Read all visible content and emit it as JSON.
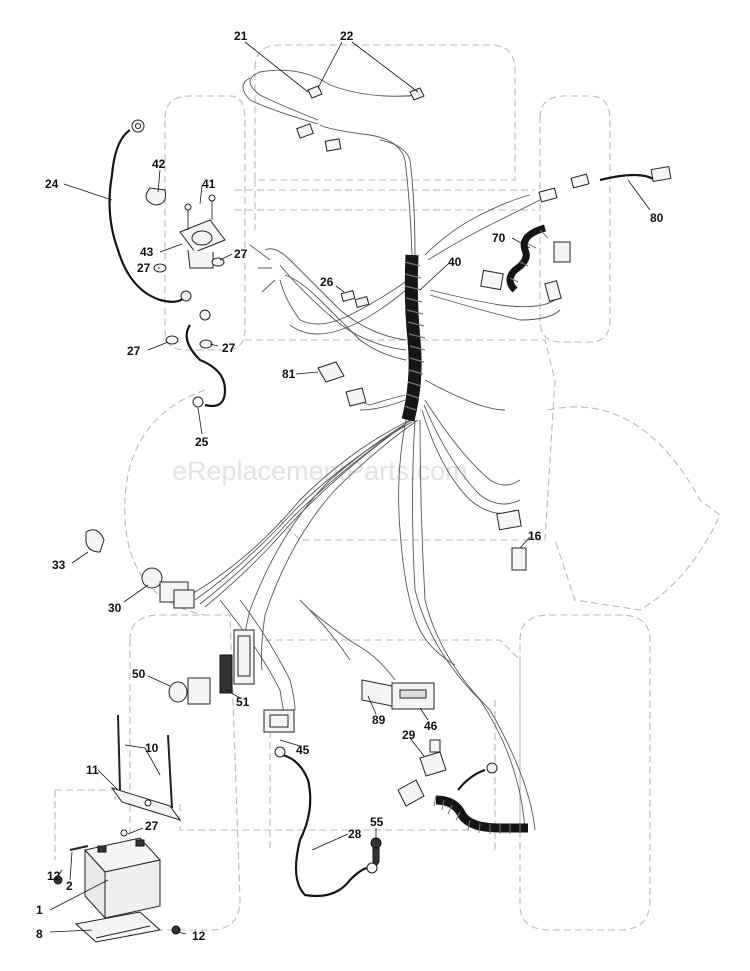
{
  "watermark": "eReplacementParts.com",
  "callouts": [
    {
      "id": "c21",
      "text": "21"
    },
    {
      "id": "c22",
      "text": "22"
    },
    {
      "id": "c24",
      "text": "24"
    },
    {
      "id": "c42",
      "text": "42"
    },
    {
      "id": "c41",
      "text": "41"
    },
    {
      "id": "c43",
      "text": "43"
    },
    {
      "id": "c27a",
      "text": "27"
    },
    {
      "id": "c27b",
      "text": "27"
    },
    {
      "id": "c27c",
      "text": "27"
    },
    {
      "id": "c27d",
      "text": "27"
    },
    {
      "id": "c25",
      "text": "25"
    },
    {
      "id": "c80",
      "text": "80"
    },
    {
      "id": "c70",
      "text": "70"
    },
    {
      "id": "c40",
      "text": "40"
    },
    {
      "id": "c26",
      "text": "26"
    },
    {
      "id": "c81",
      "text": "81"
    },
    {
      "id": "c16",
      "text": "16"
    },
    {
      "id": "c33",
      "text": "33"
    },
    {
      "id": "c30",
      "text": "30"
    },
    {
      "id": "c50",
      "text": "50"
    },
    {
      "id": "c51",
      "text": "51"
    },
    {
      "id": "c10",
      "text": "10"
    },
    {
      "id": "c11",
      "text": "11"
    },
    {
      "id": "c89",
      "text": "89"
    },
    {
      "id": "c46",
      "text": "46"
    },
    {
      "id": "c45",
      "text": "45"
    },
    {
      "id": "c29",
      "text": "29"
    },
    {
      "id": "c55",
      "text": "55"
    },
    {
      "id": "c28",
      "text": "28"
    },
    {
      "id": "c27e",
      "text": "27"
    },
    {
      "id": "c12a",
      "text": "12"
    },
    {
      "id": "c2",
      "text": "2"
    },
    {
      "id": "c1",
      "text": "1"
    },
    {
      "id": "c8",
      "text": "8"
    },
    {
      "id": "c12b",
      "text": "12"
    }
  ]
}
